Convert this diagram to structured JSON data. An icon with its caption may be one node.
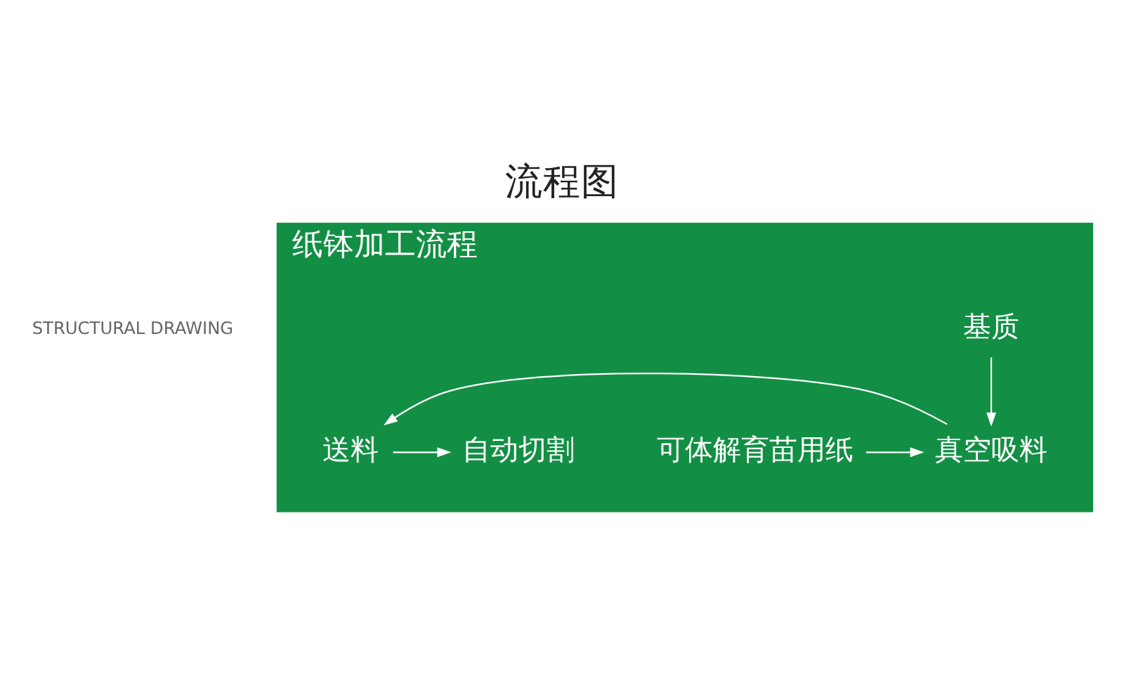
{
  "diagram": {
    "title": "流程图",
    "nodes": [
      {
        "text": [
          "纸钵加工流程"
        ]
      },
      {
        "text": [
          "可体解育苗用纸"
        ],
        "in": 0
      },
      {
        "text": [
          "真空吸料"
        ],
        "in": 0
      },
      {
        "text": [
          "送料"
        ],
        "in": 0
      },
      {
        "text": [
          "自动切割"
        ],
        "in": 0
      },
      {
        "text": [
          "基质"
        ],
        "in": 0
      }
    ],
    "edges": [
      {
        "from": 1,
        "to": 2,
        "arrow": "to"
      },
      {
        "from": 2,
        "to": 3,
        "arrow": "to"
      },
      {
        "from": 3,
        "to": 4,
        "arrow": "to"
      },
      {
        "from": 5,
        "to": 2,
        "arrow": "to"
      }
    ],
    "labels": [
      "STRUCTURAL DRAWING"
    ]
  }
}
